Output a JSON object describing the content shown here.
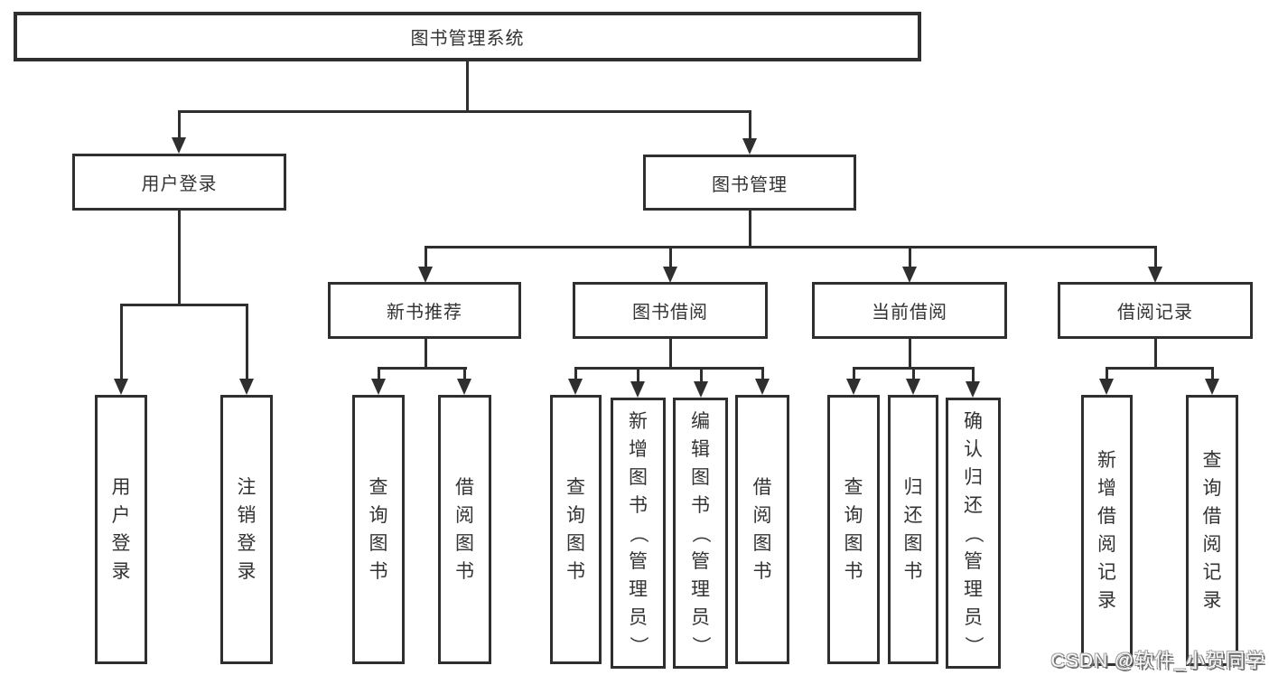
{
  "diagram_title": "图书管理系统",
  "nodes": {
    "root": "图书管理系统",
    "user_login": "用户登录",
    "book_mgmt": "图书管理",
    "new_book_rec": "新书推荐",
    "book_borrow": "图书借阅",
    "current_borrow": "当前借阅",
    "borrow_record": "借阅记录",
    "ul_login": "用户登录",
    "ul_logout": "注销登录",
    "nbr_query": "查询图书",
    "nbr_borrow": "借阅图书",
    "bb_query": "查询图书",
    "bb_add": "新增图书（管理员）",
    "bb_edit": "编辑图书（管理员）",
    "bb_borrow": "借阅图书",
    "cb_query": "查询图书",
    "cb_return": "归还图书",
    "cb_confirm": "确认归还（管理员）",
    "br_add": "新增借阅记录",
    "br_query": "查询借阅记录"
  },
  "colors": {
    "line": "#2f2f2f",
    "text": "#333333",
    "background": "#ffffff"
  },
  "watermark": "CSDN @软件_小贺同学"
}
